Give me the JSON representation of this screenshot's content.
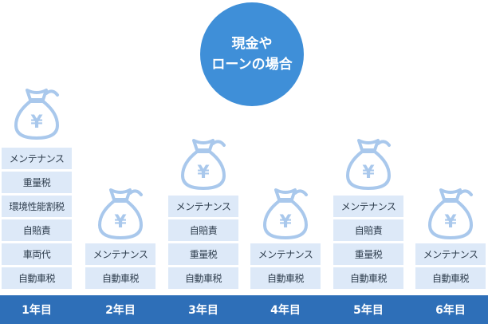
{
  "title": {
    "line1": "現金や",
    "line2": "ローンの場合"
  },
  "bag_symbol": "¥",
  "colors": {
    "circle": "#3f8fd8",
    "year_bar": "#2e6fb8",
    "cost_box": "#dde9f8",
    "bag_outline": "#a9c8ec"
  },
  "years": [
    {
      "label": "1年目",
      "costs": [
        "メンテナンス",
        "重量税",
        "環境性能割税",
        "自賠責",
        "車両代",
        "自動車税"
      ]
    },
    {
      "label": "2年目",
      "costs": [
        "メンテナンス",
        "自動車税"
      ]
    },
    {
      "label": "3年目",
      "costs": [
        "メンテナンス",
        "自賠責",
        "重量税",
        "自動車税"
      ]
    },
    {
      "label": "4年目",
      "costs": [
        "メンテナンス",
        "自動車税"
      ]
    },
    {
      "label": "5年目",
      "costs": [
        "メンテナンス",
        "自賠責",
        "重量税",
        "自動車税"
      ]
    },
    {
      "label": "6年目",
      "costs": [
        "メンテナンス",
        "自動車税"
      ]
    }
  ]
}
